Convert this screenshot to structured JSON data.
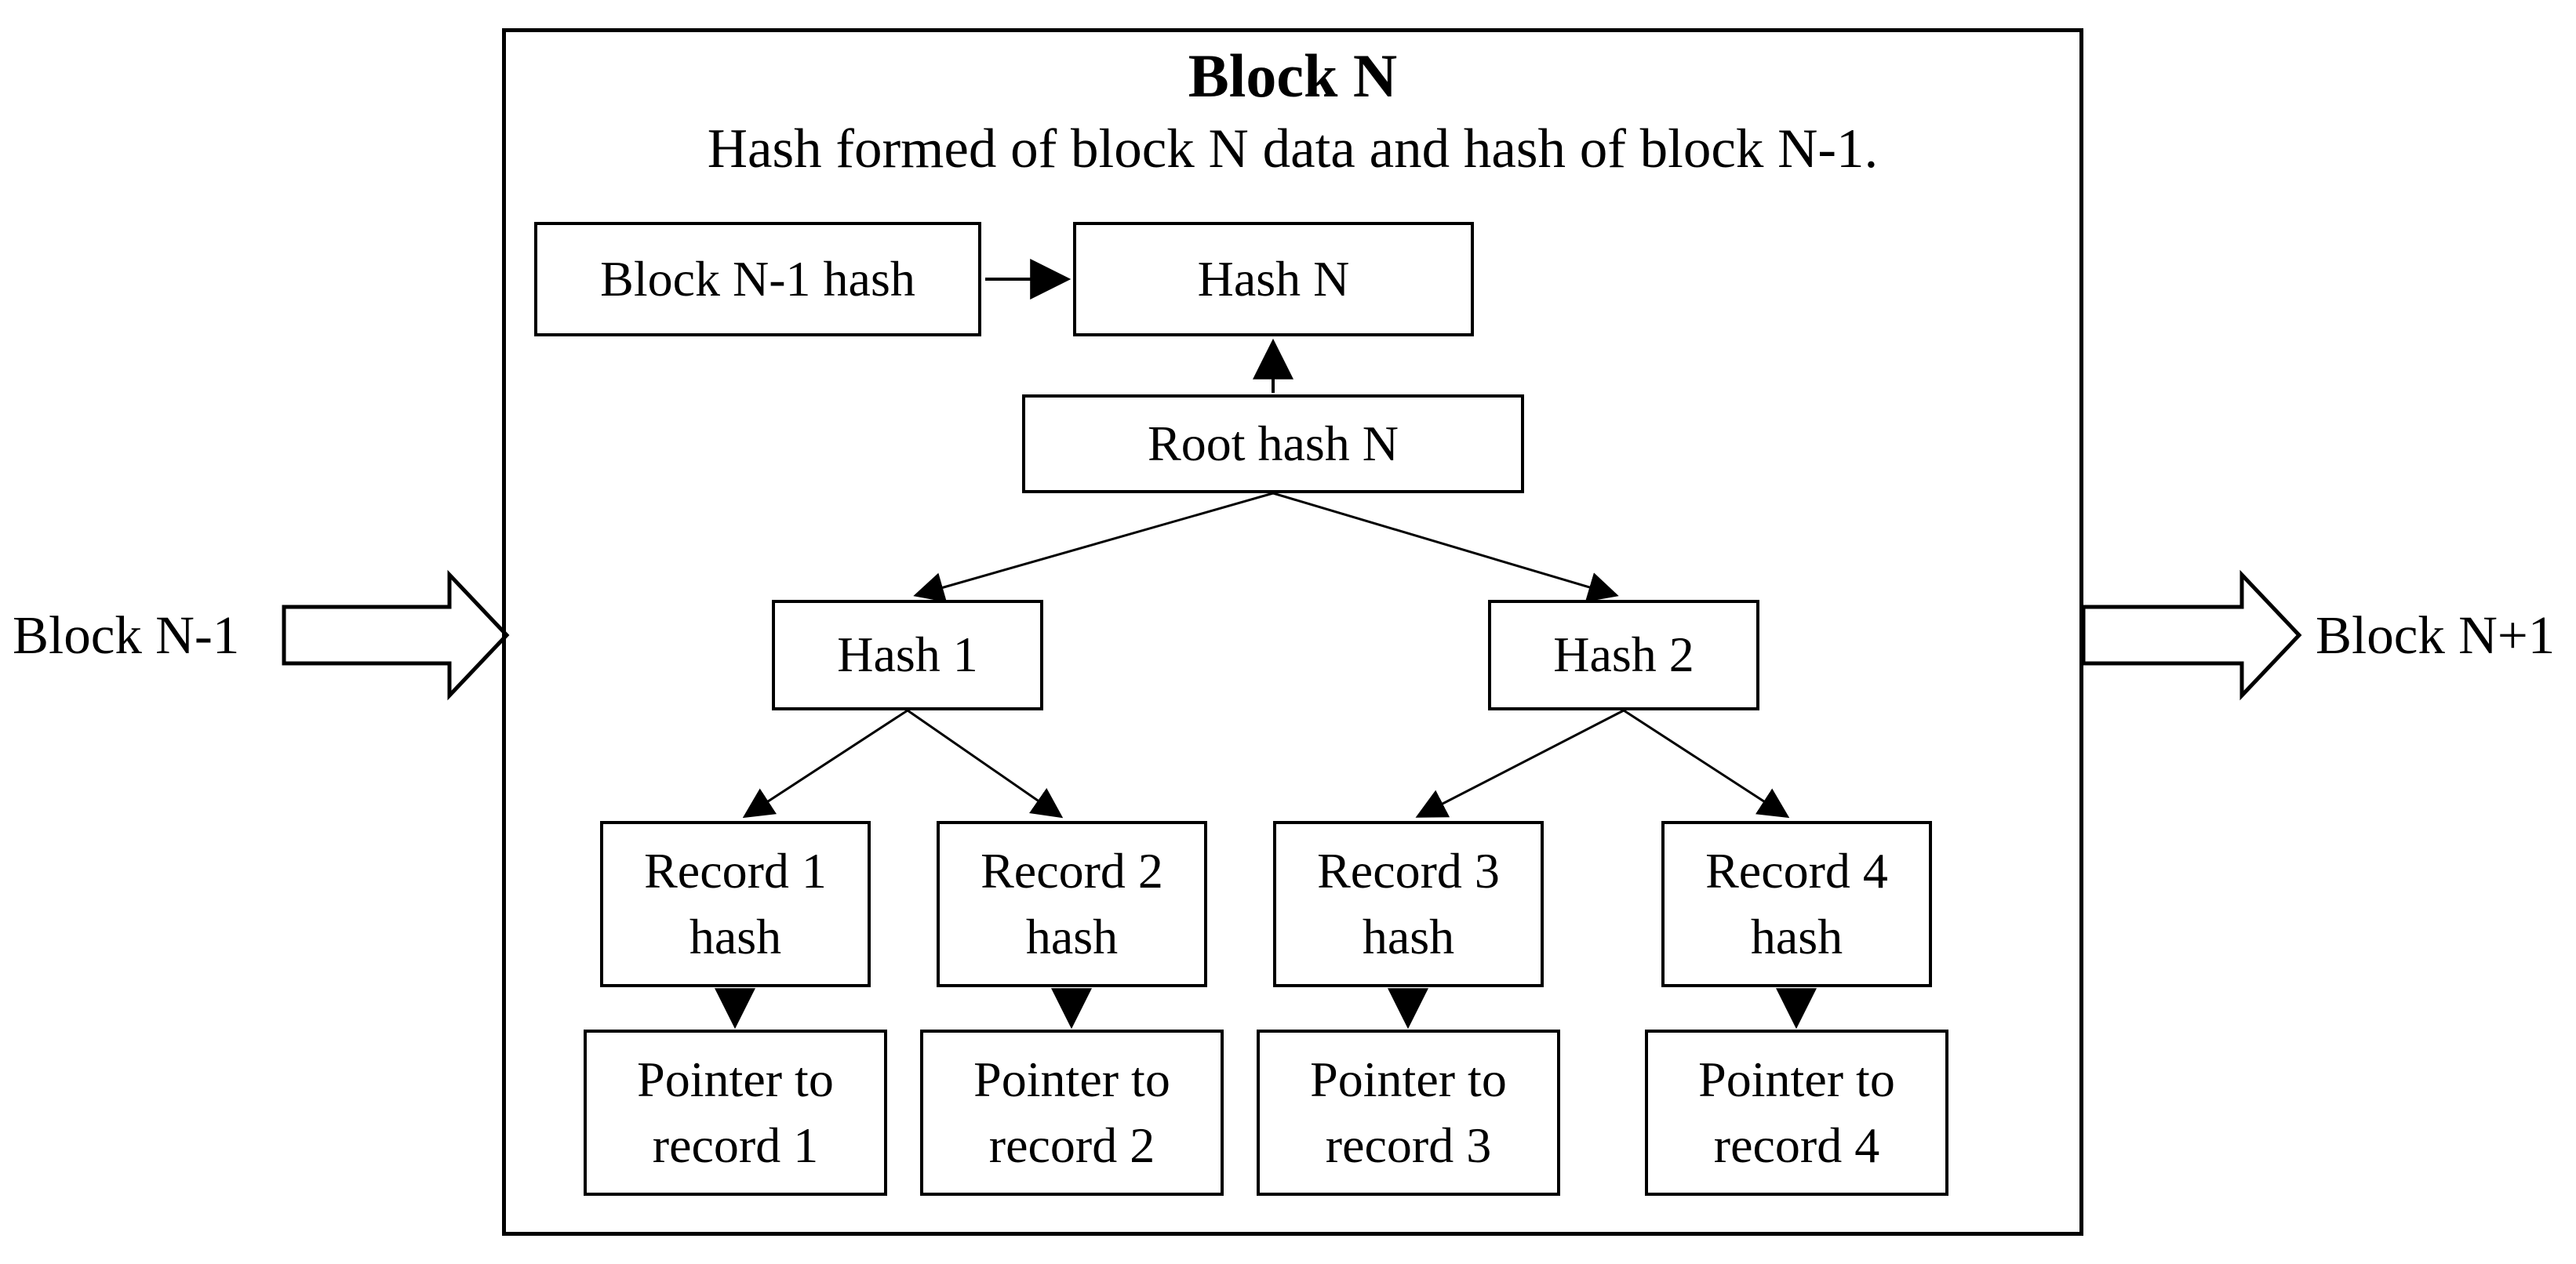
{
  "diagram": {
    "title": "Block N",
    "subtitle": "Hash formed of block N data and hash of block N-1.",
    "left_block_label": "Block N-1",
    "right_block_label": "Block N+1",
    "nodes": {
      "prev_hash": "Block N-1 hash",
      "hash_n": "Hash N",
      "root_hash": "Root hash N",
      "hash_1": "Hash 1",
      "hash_2": "Hash 2",
      "record_1_hash": "Record 1 hash",
      "record_2_hash": "Record 2 hash",
      "record_3_hash": "Record 3 hash",
      "record_4_hash": "Record 4 hash",
      "pointer_1": "Pointer to record 1",
      "pointer_2": "Pointer to record 2",
      "pointer_3": "Pointer to record 3",
      "pointer_4": "Pointer to record 4"
    },
    "colors": {
      "ink": "#000000",
      "background": "#ffffff"
    }
  }
}
